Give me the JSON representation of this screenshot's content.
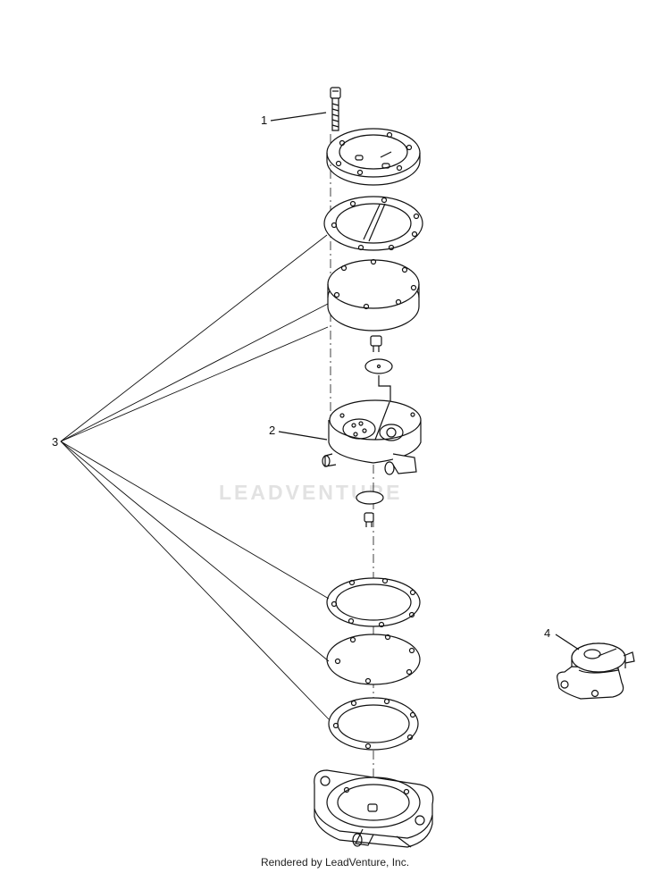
{
  "callouts": [
    {
      "id": "1",
      "label": "1"
    },
    {
      "id": "2",
      "label": "2"
    },
    {
      "id": "3",
      "label": "3"
    },
    {
      "id": "4",
      "label": "4"
    }
  ],
  "watermark": "LEADVENTURE",
  "footer": "Rendered by LeadVenture, Inc.",
  "colors": {
    "line": "#111111",
    "watermark": "#e2e2e2",
    "background": "#ffffff"
  }
}
